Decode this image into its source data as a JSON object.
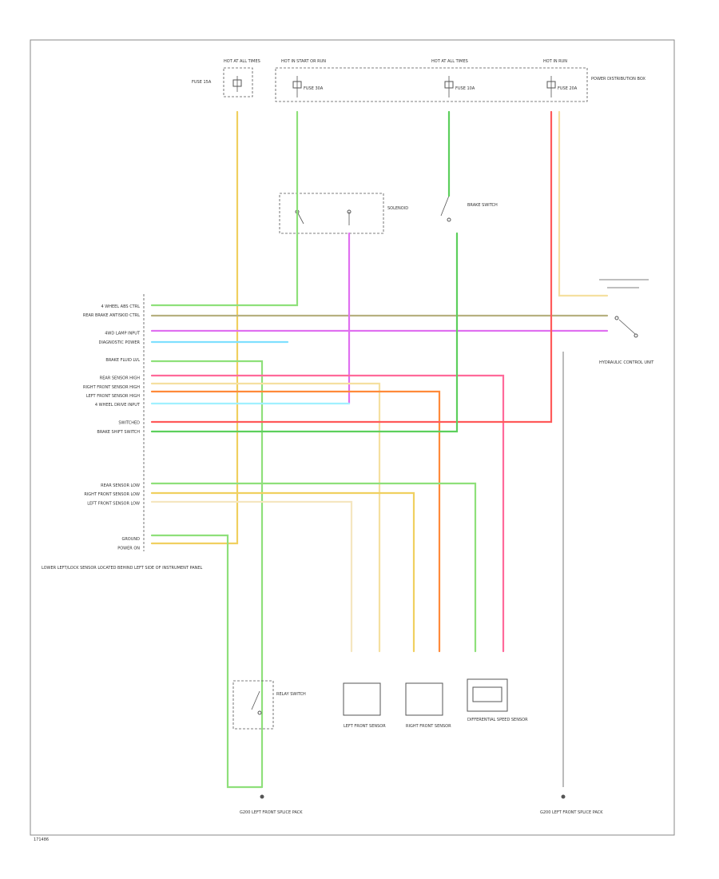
{
  "colors": {
    "yellow": "#f0d060",
    "lightgreen": "#8ee07a",
    "green": "#5ccf5c",
    "pink": "#ff6a9a",
    "violet": "#e070f0",
    "lightblue": "#7fe0ff",
    "red": "#ff5a5a",
    "orange": "#ff8a3a",
    "tan": "#e8c090",
    "olive": "#b7b080",
    "frame": "#888888"
  },
  "labels": {
    "footer_code": "171486",
    "fuse_top_a": "HOT AT ALL TIMES",
    "fuse_top_b": "HOT IN START OR RUN",
    "fuse_top_c": "HOT AT ALL TIMES",
    "fuse_top_d": "HOT IN RUN",
    "power_dist": "POWER DISTRIBUTION BOX",
    "fuse_1": "FUSE 30A",
    "fuse_2": "FUSE 10A",
    "fuse_3": "FUSE 20A",
    "fuse_4": "FUSE 15A",
    "module_left": "LOWER LEFT/LOCK SENSOR LOCATED BEHIND LEFT SIDE OF INSTRUMENT PANEL",
    "ground_left": "G200 LEFT FRONT SPLICE PACK",
    "ground_right": "G200 LEFT FRONT SPLICE PACK",
    "sensor_lf": "LEFT FRONT SENSOR",
    "sensor_rf": "RIGHT FRONT SENSOR",
    "sensor_rear": "DIFFERENTIAL SPEED SENSOR",
    "switch_pump": "RELAY SWITCH",
    "solenoid": "SOLENOID",
    "brake_switch": "BRAKE SWITCH",
    "hydraulic": "HYDRAULIC CONTROL UNIT"
  },
  "module_pins": [
    "4 WHEEL ABS CTRL",
    "REAR BRAKE ANTISKID CTRL",
    "",
    "4WD LAMP INPUT",
    "DIAGNOSTIC POWER",
    "",
    "BRAKE FLUID LVL",
    "",
    "REAR SENSOR HIGH",
    "RIGHT FRONT SENSOR HIGH",
    "LEFT FRONT SENSOR HIGH",
    "4 WHEEL DRIVE INPUT",
    "",
    "SWITCHED",
    "BRAKE SHIFT SWITCH",
    "",
    "",
    "",
    "",
    "",
    "REAR SENSOR LOW",
    "RIGHT FRONT SENSOR LOW",
    "LEFT FRONT SENSOR LOW",
    "",
    "",
    "",
    "GROUND",
    "POWER ON"
  ]
}
